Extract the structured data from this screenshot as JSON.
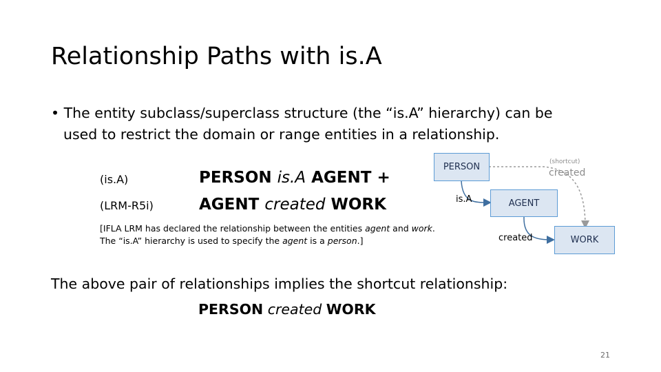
{
  "slide": {
    "title": "Relationship Paths with is.A",
    "bullet": {
      "marker": "•",
      "line1": "The entity subclass/superclass structure (the “is.A” hierarchy) can be",
      "line2": "used to restrict the domain or range entities in a relationship."
    },
    "left_labels": {
      "isa": "(is.A)",
      "lrm": "(LRM-R5i)"
    },
    "relations": {
      "r1_subject": "PERSON",
      "r1_predicate": "is.A",
      "r1_object": "AGENT +",
      "r2_subject": "AGENT",
      "r2_predicate": "created",
      "r2_object": "WORK"
    },
    "note": {
      "line1_a": "[IFLA LRM has declared the relationship between the entities ",
      "line1_agent": "agent",
      "line1_b": " and ",
      "line1_work": "work",
      "line1_c": ".",
      "line2_a": "The “is.A” hierarchy is used to specify the ",
      "line2_agent": "agent",
      "line2_b": " is a ",
      "line2_person": "person",
      "line2_c": ".]"
    },
    "diagram": {
      "person": "PERSON",
      "agent": "AGENT",
      "work": "WORK",
      "isa_label": "is.A",
      "created_label": "created",
      "shortcut_label": "(shortcut)",
      "shortcut_created": "created"
    },
    "bottom": {
      "line1": "The above pair of relationships implies the shortcut relationship:",
      "subject": "PERSON",
      "predicate": "created",
      "object": "WORK"
    },
    "page_number": "21"
  },
  "colors": {
    "box_fill": "#dce6f2",
    "box_border": "#5b9bd5",
    "arrow": "#3f6fa0",
    "shortcut_arrow": "#9a9a9a"
  }
}
